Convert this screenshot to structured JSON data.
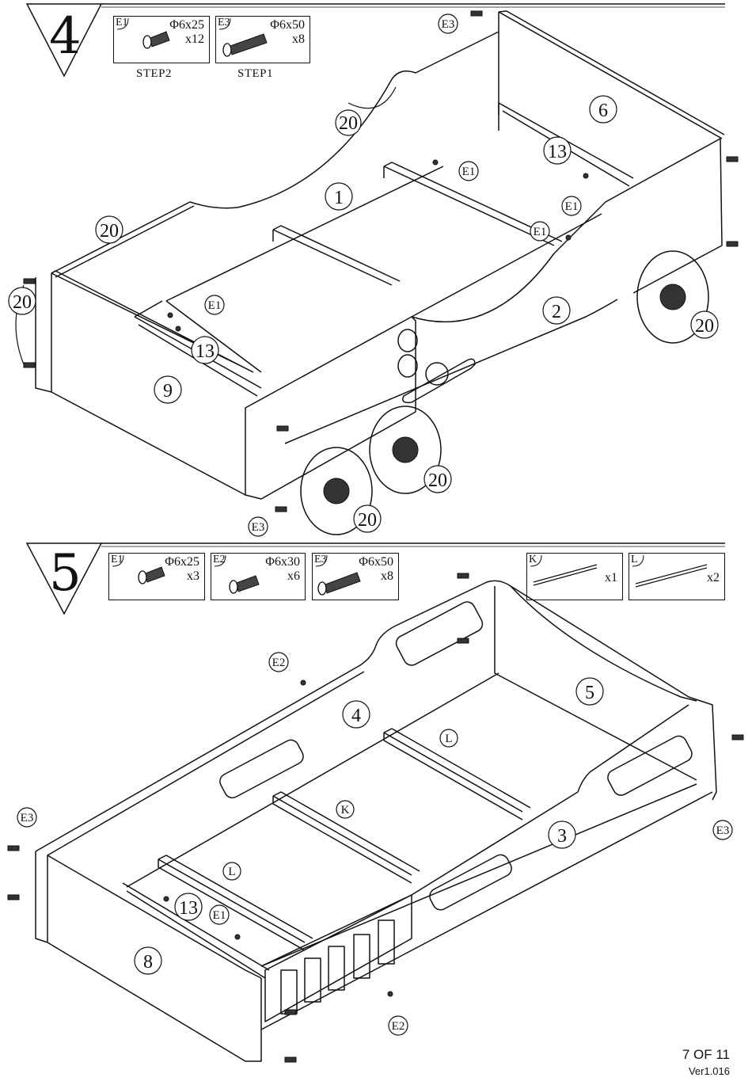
{
  "step4": {
    "number": "4",
    "hardware": [
      {
        "code": "E1",
        "size": "Φ6x25",
        "qty": "x12",
        "step": "STEP2"
      },
      {
        "code": "E3",
        "size": "Φ6x50",
        "qty": "x8",
        "step": "STEP1"
      }
    ],
    "labels": {
      "p20a": "20",
      "p1": "1",
      "p20b": "20",
      "p20c": "20",
      "p6": "6",
      "p13a": "13",
      "p2": "2",
      "p9": "9",
      "p13b": "13",
      "p20d": "20",
      "p20e": "20",
      "p20f": "20",
      "e3a": "E3",
      "e3b": "E3",
      "e1a": "E1",
      "e1b": "E1",
      "e1c": "E1",
      "e1d": "E1"
    }
  },
  "step5": {
    "number": "5",
    "hardware": [
      {
        "code": "E1",
        "size": "Φ6x25",
        "qty": "x3"
      },
      {
        "code": "E2",
        "size": "Φ6x30",
        "qty": "x6"
      },
      {
        "code": "E3",
        "size": "Φ6x50",
        "qty": "x8"
      }
    ],
    "rods": [
      {
        "code": "K",
        "qty": "x1"
      },
      {
        "code": "L",
        "qty": "x2"
      }
    ],
    "labels": {
      "p4": "4",
      "p5": "5",
      "p3": "3",
      "p8": "8",
      "p13": "13",
      "e2a": "E2",
      "e2b": "E2",
      "e3a": "E3",
      "e3b": "E3",
      "e1": "E1",
      "la": "L",
      "lb": "L",
      "k": "K"
    }
  },
  "footer": {
    "page": "7 OF 11",
    "version": "Ver1.016"
  }
}
